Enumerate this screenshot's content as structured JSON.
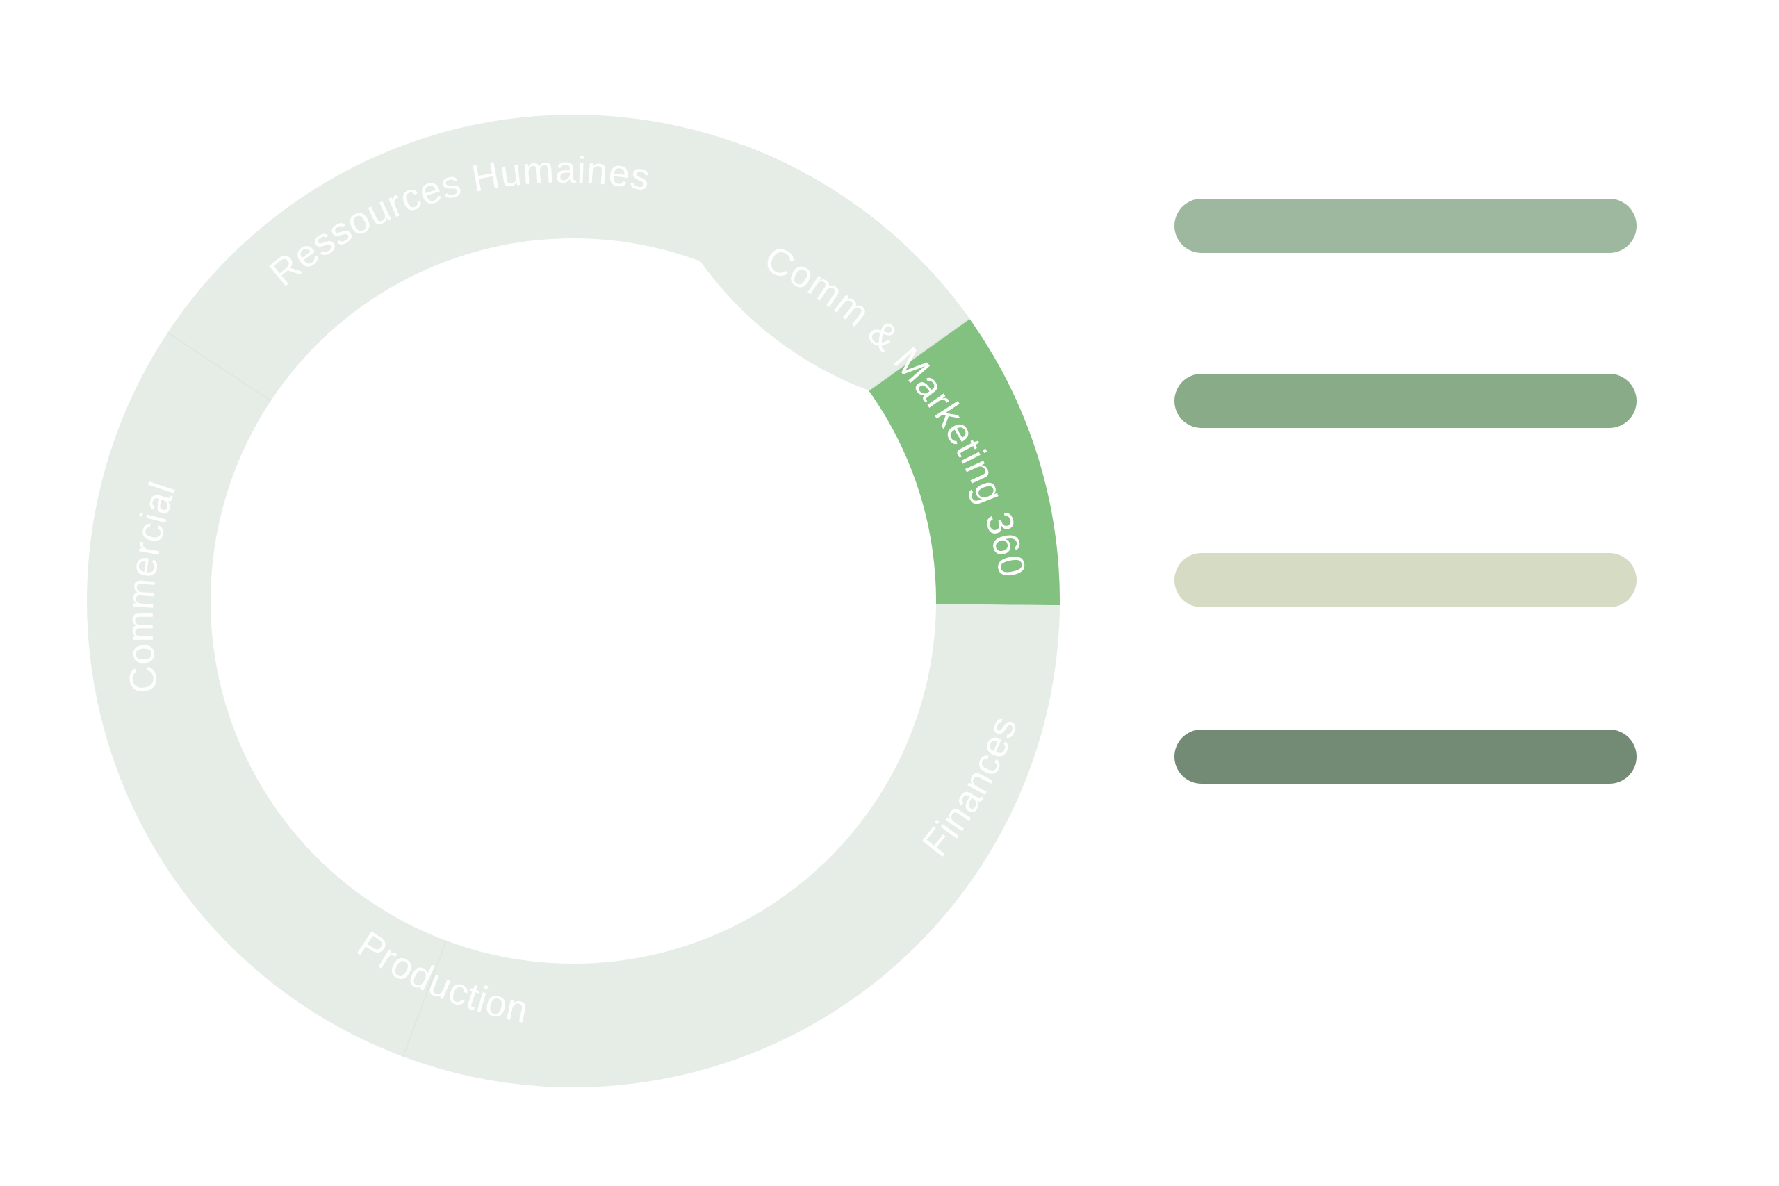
{
  "wheel": {
    "segments": [
      {
        "id": "comm",
        "label": "Comm & Marketing 360",
        "color": "#82c17f",
        "label_color": "#ffffff",
        "active": true
      },
      {
        "id": "finances",
        "label": "Finances",
        "color": "#e6ede7",
        "label_color": "#ffffff",
        "active": false
      },
      {
        "id": "production",
        "label": "Production",
        "color": "#e6ede7",
        "label_color": "#ffffff",
        "active": false
      },
      {
        "id": "commercial",
        "label": "Commercial",
        "color": "#e6ede7",
        "label_color": "#ffffff",
        "active": false
      },
      {
        "id": "rh",
        "label": "Ressources Humaines",
        "color": "#e6ede7",
        "label_color": "#ffffff",
        "active": false
      }
    ]
  },
  "bars": [
    {
      "color": "#9eb89f"
    },
    {
      "color": "#89ab88"
    },
    {
      "color": "#d6dcc4"
    },
    {
      "color": "#738a74"
    }
  ]
}
